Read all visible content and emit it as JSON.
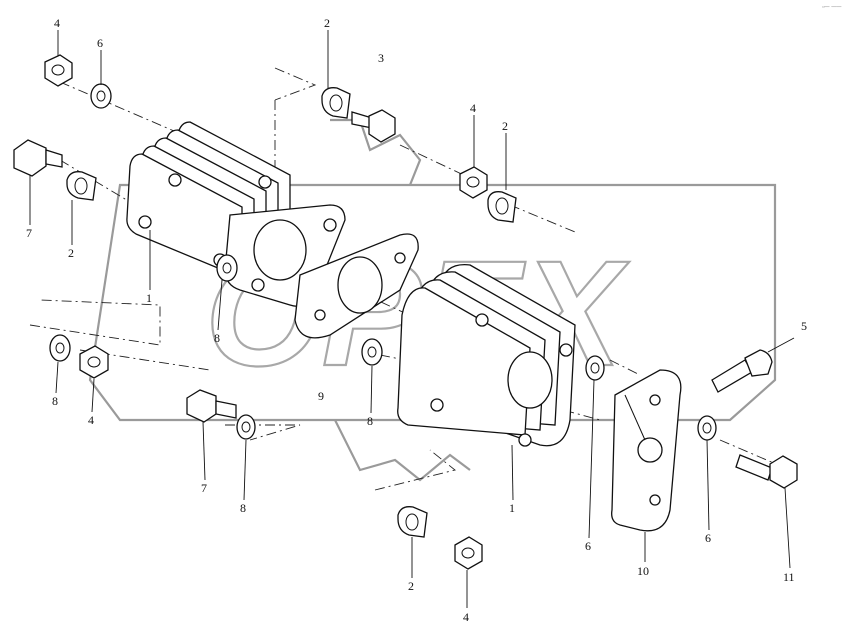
{
  "diagram": {
    "corner_mark": "▫─ ──",
    "watermark": "OPEX",
    "callouts": [
      {
        "id": "c4a",
        "text": "4"
      },
      {
        "id": "c6a",
        "text": "6"
      },
      {
        "id": "c2a",
        "text": "2"
      },
      {
        "id": "c3",
        "text": "3"
      },
      {
        "id": "c4b",
        "text": "4"
      },
      {
        "id": "c2b",
        "text": "2"
      },
      {
        "id": "c7a",
        "text": "7"
      },
      {
        "id": "c2c",
        "text": "2"
      },
      {
        "id": "c1a",
        "text": "1"
      },
      {
        "id": "c8a",
        "text": "8"
      },
      {
        "id": "c5",
        "text": "5"
      },
      {
        "id": "c8b",
        "text": "8"
      },
      {
        "id": "c4c",
        "text": "4"
      },
      {
        "id": "c9",
        "text": "9"
      },
      {
        "id": "c8c",
        "text": "8"
      },
      {
        "id": "c7b",
        "text": "7"
      },
      {
        "id": "c8d",
        "text": "8"
      },
      {
        "id": "c1b",
        "text": "1"
      },
      {
        "id": "c6b",
        "text": "6"
      },
      {
        "id": "c6c",
        "text": "6"
      },
      {
        "id": "c10",
        "text": "10"
      },
      {
        "id": "c2d",
        "text": "2"
      },
      {
        "id": "c11",
        "text": "11"
      },
      {
        "id": "c4d",
        "text": "4"
      }
    ]
  }
}
